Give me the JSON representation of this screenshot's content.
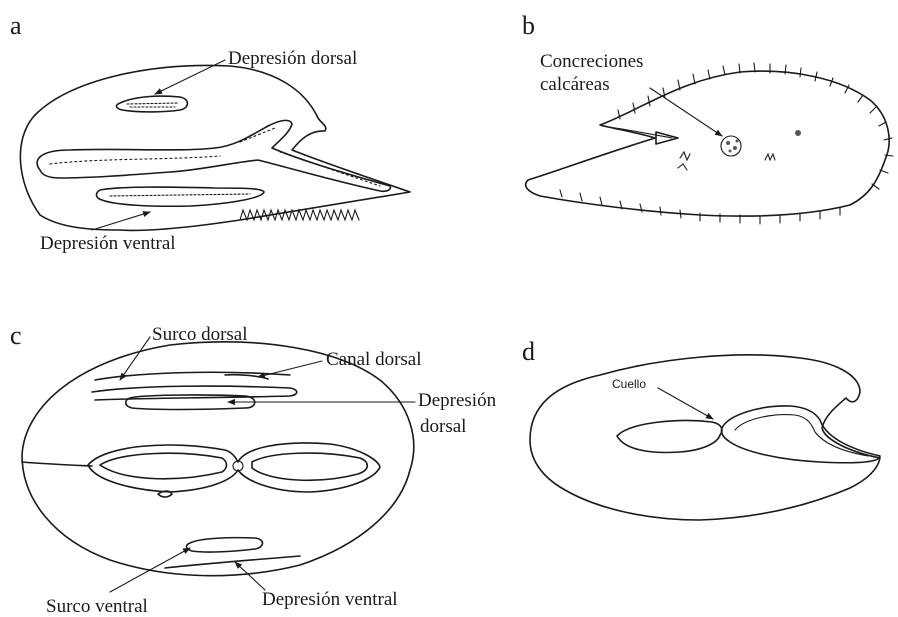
{
  "panels": {
    "a": {
      "letter": "a",
      "labels": {
        "dorsal_depression": "Depresión dorsal",
        "ventral_depression": "Depresión ventral"
      }
    },
    "b": {
      "letter": "b",
      "labels": {
        "concretions_line1": "Concreciones",
        "concretions_line2": "calcáreas"
      }
    },
    "c": {
      "letter": "c",
      "labels": {
        "dorsal_sulcus": "Surco dorsal",
        "dorsal_canal": "Canal dorsal",
        "dorsal_depression_line1": "Depresión",
        "dorsal_depression_line2": "dorsal",
        "ventral_sulcus": "Surco ventral",
        "ventral_depression": "Depresión ventral"
      }
    },
    "d": {
      "letter": "d",
      "labels": {
        "neck": "Cuello"
      }
    }
  }
}
